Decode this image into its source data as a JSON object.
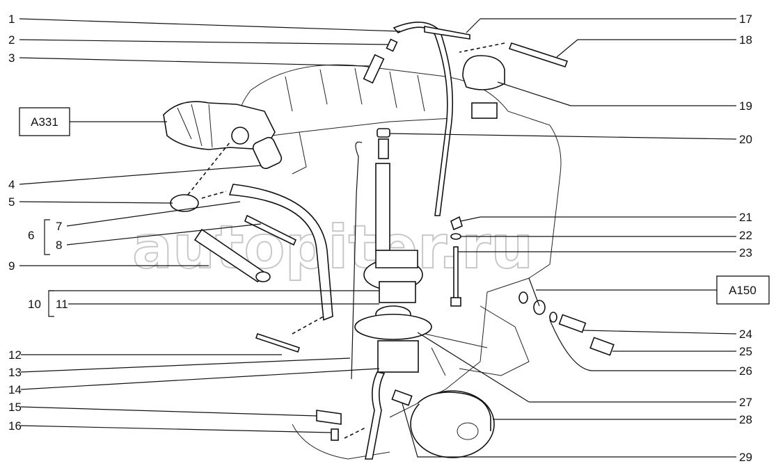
{
  "callouts": {
    "c1": "1",
    "c2": "2",
    "c3": "3",
    "c4": "4",
    "c5": "5",
    "c6": "6",
    "c7": "7",
    "c8": "8",
    "c9": "9",
    "c10": "10",
    "c11": "11",
    "c12": "12",
    "c13": "13",
    "c14": "14",
    "c15": "15",
    "c16": "16",
    "c17": "17",
    "c18": "18",
    "c19": "19",
    "c20": "20",
    "c21": "21",
    "c22": "22",
    "c23": "23",
    "c24": "24",
    "c25": "25",
    "c26": "26",
    "c27": "27",
    "c28": "28",
    "c29": "29"
  },
  "references": {
    "left": "A331",
    "right": "A150"
  },
  "watermark": "autopiter.ru"
}
